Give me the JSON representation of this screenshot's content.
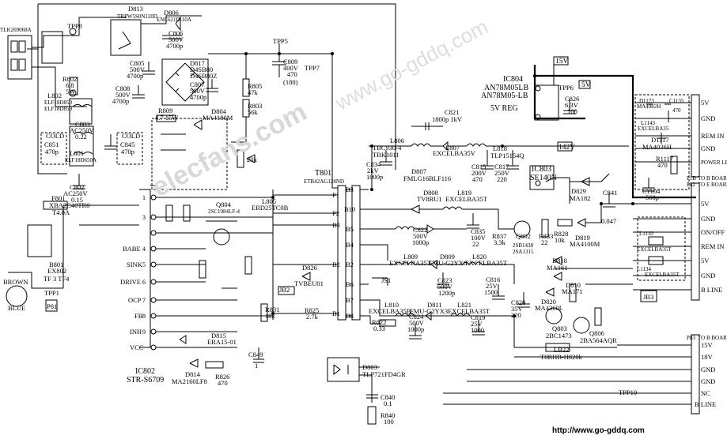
{
  "ic802": {
    "line1": "IC802",
    "line2": "STR-S6709"
  },
  "ic803": {
    "line1": "IC803",
    "line2": "SE140N"
  },
  "ic804": {
    "line1": "IC804",
    "line2": "AN78M05LB",
    "line3": "AN78M05-LB",
    "reg": "5V REG"
  },
  "ic802_pins": [
    "1",
    "3",
    "4",
    "5",
    "6",
    "7",
    "8",
    "9"
  ],
  "ic802_pin_names": [
    "BABE",
    "SINK",
    "DRIVE",
    "OCP",
    "FB",
    "INH",
    "VCC"
  ],
  "components": {
    "t801": "T801",
    "t801_part": "ETB42AG128ND",
    "d813": "D813",
    "d813_part": "TRPW5S0N120D",
    "d806": "D806",
    "d806_part": "ENC621D-10A",
    "c806": "C806",
    "c806_v": "500V",
    "c806_val": "4700p",
    "c805": "C805",
    "c805_v": "500V",
    "c805_val": "4700p",
    "c808": "C808",
    "c808_v": "500V",
    "c808_val": "4700p",
    "c807": "C807",
    "c807_v": "500V",
    "c807_val": "4700p",
    "d817": "D817",
    "d817_part": "D4SB80",
    "d817_part2": "D4SB80Z",
    "d804": "D804",
    "d804_part": "MA4180M",
    "r809": "R809",
    "r809_val": "4.7 15W",
    "c809": "C809",
    "c809_v": "400V",
    "c809_val": "470",
    "c809_alt": "(180)",
    "r805": "R805",
    "r805_val": "47k",
    "r803": "R803",
    "r803_val": "56k",
    "r_20k": "20k",
    "c821": "C821",
    "c821_val": "1800p 1kV",
    "l806": "L806",
    "l806_part": "TBC930-4",
    "l806_part2": "TBK1011",
    "l807": "L807",
    "l807_part": "EXCELBA35V",
    "c834": "C834",
    "c834_v": "2kV",
    "c834_val": "1000p",
    "d807": "D807",
    "d807_part": "FMLG16BLF116",
    "c815": "C815",
    "c815_v": "200V",
    "c815_val": "470",
    "l818": "L818",
    "l818_part": "TLP15154Q",
    "c817": "C817",
    "c817_v": "250V",
    "c817_val": "220",
    "c826": "C826",
    "c826_v": "6.3V",
    "c826_val": "100",
    "tpp6": "TPP6",
    "d829": "D829",
    "d829_part": "MA182",
    "c841": "C841",
    "c841_val": "0.047",
    "f801": "F801",
    "f801_part": "XBA2C40TR0",
    "f801_val": "T4.0A",
    "q804": "Q804",
    "q804_part": "2SC1984LF-4",
    "l805": "L805",
    "l805_part": "ERD25TC0B",
    "d808": "D808",
    "d808_part": "TV8RU1",
    "l819": "L819",
    "l819_part": "EXCELBA35T",
    "c835": "C835",
    "c835_v": "100V",
    "c835_val": "22",
    "c822": "C822",
    "c822_v": "500V",
    "c822_val": "1000p",
    "r837": "R837",
    "r837_val": "3.3k",
    "q802": "Q802",
    "q802_part": "2SB1438",
    "q802_part2": "2SA1315",
    "r833": "R833",
    "r833_val": "22",
    "r828": "R828",
    "r828_val": "10k",
    "d819": "D819",
    "d819_part": "MA4100M",
    "d818": "D818",
    "d818_part": "MA161",
    "d810": "D810",
    "d810_part": "MA171",
    "d820": "D820",
    "d820_part": "MA4360L",
    "q803": "Q803",
    "q803_part": "2BC1473",
    "q806": "Q806",
    "q806_part": "2BA564AQR",
    "l809": "L809",
    "l809_part": "EXCELBA35T",
    "d809": "D809",
    "d809_part": "FMU-G2YX6",
    "l820": "L820",
    "l820_part": "EXCELBA35T",
    "c823": "C823",
    "c823_v": "500V",
    "c823_val": "1200p",
    "c816": "C816",
    "c816_v": "25V",
    "c816_val": "1500",
    "c820": "C820",
    "c820_v": "35V",
    "c820_val": "220",
    "l810": "L810",
    "l810_part": "EXCELBA35B",
    "d811": "D811",
    "d811_part": "FMU-G2YX3",
    "l821": "L821",
    "l821_part": "EXCELBA35T",
    "r822": "R822",
    "r822_val": "0.33",
    "c824": "C824",
    "c824_v": "500V",
    "c824_val": "1000p",
    "c819": "C819",
    "c819_v": "25V",
    "c819_val": "1000",
    "lb22": "LB22",
    "lb22_part": "T8RHB-H820k",
    "js1": "JS1",
    "jb2": "JB2",
    "jb3": "JB3",
    "d815": "D815",
    "d815_part": "ERA15-01",
    "d814": "D814",
    "d814_part": "MA2160LF8",
    "r826": "R826",
    "r826_val": "470",
    "c849": "C849",
    "c849_val": "1",
    "d803": "D803",
    "d803_part": "TLP721FD4GR",
    "c840": "C840",
    "c840_val": "0.1",
    "r840": "R840",
    "r840_val": "100",
    "d826": "D826",
    "d826_part": "TVBEU01",
    "r831": "R831",
    "r831_val": "18k",
    "r825": "R825",
    "r825_val": "2.7k",
    "c802": "C802",
    "c802_v": "AC250V",
    "c802_val": "0.15",
    "c803": "C803",
    "c803_v": "AC250V",
    "c803_val": "0.22",
    "l801": "L801",
    "l801_part": "ELF18D650A",
    "tlk": "TLK269068A",
    "tpp8": "TPP8",
    "tpp5": "TPP5",
    "tpp7": "TPP7",
    "tpp1": "TPP1",
    "tpp10": "TPP10",
    "r802": "R802",
    "r802_val": "6.8",
    "r802_w": "5W",
    "l802": "L802",
    "l802_part": "ELF18D850",
    "l802_part2": "ELF18D859",
    "cold_left": "COLD",
    "cold_left_val": "C851",
    "cold_left_val2": "470p",
    "cold_right": "COLD",
    "cold_right_val": "C845",
    "cold_right_val2": "470p",
    "d1173": "D1173",
    "d1173_part": "MA4082H",
    "c1135": "C1135",
    "c1135_val": "470",
    "l1143": "L1143",
    "l1143_part": "EXCELBA35",
    "d1117": "D1117",
    "d1117_part": "MA4036H",
    "r1117": "R1117",
    "r1117_val": "470",
    "c1104": "C1104",
    "c1104_val": "560p",
    "l1110": "L1110",
    "l1110_part": "EXCELBA35T",
    "l1134": "L1134",
    "l1134_part": "EXCELBA35T",
    "brown": "BROWN",
    "blue": "BLUE",
    "p81": "P81",
    "b801": "B801",
    "b801_part": "EX802",
    "b801_part2": "TF 3 TF4"
  },
  "transformer_pins_left": [
    "P1",
    "P2",
    "B3",
    "B2",
    "B1"
  ],
  "transformer_pins_right": [
    "B3",
    "B10",
    "B5",
    "B4",
    "B2",
    "B6",
    "B7",
    "B8"
  ],
  "rails": {
    "v5": "5V",
    "v142": "142V",
    "v15": "15V",
    "v5b": "5V"
  },
  "conn_p1b": {
    "label": "P1B",
    "sub": "TO B BOARD",
    "pins": [
      "5V",
      "GND",
      "REM IN",
      "GND",
      "POWER LED"
    ]
  },
  "conn_p82": {
    "label": "P82",
    "sub": "TO E BOARD",
    "pins": [
      "5V",
      "GND",
      "ON/OFF",
      "REM IN",
      "5V",
      "GND",
      "B LINE"
    ]
  },
  "conn_p83": {
    "label": "P83",
    "sub": "TO B BOARD",
    "pins": [
      "15V",
      "18V",
      "GND",
      "GND",
      "NC",
      "B LINE"
    ]
  },
  "watermark": "www.go-gddq.com",
  "url": "http://www.go-gddq.com",
  "site_watermark": "elecfans.com"
}
